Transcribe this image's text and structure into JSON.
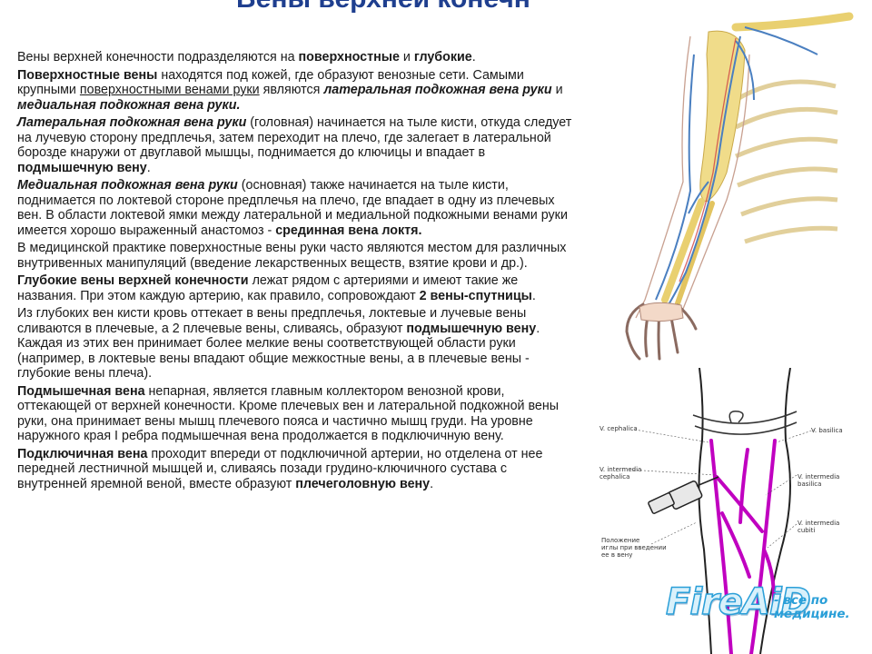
{
  "title": "Вены верхней конечн",
  "paragraphs": [
    [
      {
        "t": "Вены верхней конечности подразделяются на "
      },
      {
        "t": "поверхностные",
        "s": "b"
      },
      {
        "t": " и "
      },
      {
        "t": "глубокие",
        "s": "b"
      },
      {
        "t": "."
      }
    ],
    [
      {
        "t": "Поверхностные вены",
        "s": "b"
      },
      {
        "t": " находятся под кожей, где образуют венозные сети. Самыми крупными "
      },
      {
        "t": "поверхностными венами руки",
        "s": "u"
      },
      {
        "t": " являются "
      },
      {
        "t": "латеральная подкожная вена руки",
        "s": "bi"
      },
      {
        "t": " и "
      },
      {
        "t": "медиальная подкожная вена руки.",
        "s": "bi"
      }
    ],
    [
      {
        "t": "Латеральная подкожная вена руки",
        "s": "bi"
      },
      {
        "t": " (головная) начинается на тыле кисти, откуда следует на лучевую сторону предплечья, затем переходит на плечо, где залегает в латеральной борозде кнаружи от двуглавой мышцы, поднимается до ключицы и впадает в "
      },
      {
        "t": "подмышечную вену",
        "s": "b"
      },
      {
        "t": "."
      }
    ],
    [
      {
        "t": "Медиальная подкожная вена руки",
        "s": "bi"
      },
      {
        "t": " (основная) также начинается на тыле кисти, поднимается по локтевой стороне предплечья на плечо, где впадает в одну из плечевых вен. В области локтевой ямки между латеральной и медиальной подкожными венами руки имеется хорошо выраженный анастомоз - "
      },
      {
        "t": "срединная вена локтя.",
        "s": "b"
      }
    ],
    [
      {
        "t": "В медицинской практике поверхностные вены руки часто являются местом для различных внутривенных манипуляций (введение лекарственных веществ, взятие крови и др.)."
      }
    ],
    [
      {
        "t": "Глубокие вены верхней конечности",
        "s": "b"
      },
      {
        "t": " лежат рядом с артериями и имеют такие же названия. При этом каждую артерию, как правило, сопровождают "
      },
      {
        "t": "2 вены-спутницы",
        "s": "b"
      },
      {
        "t": "."
      }
    ],
    [
      {
        "t": "Из глубоких вен кисти кровь оттекает в вены предплечья, локтевые и лучевые вены сливаются в плечевые, а 2 плечевые вены, сливаясь, образуют "
      },
      {
        "t": "подмышечную вену",
        "s": "b"
      },
      {
        "t": ". Каждая из этих вен принимает более мелкие вены соответствующей области руки (например, в локтевые вены впадают общие межкостные вены, а в плечевые вены - глубокие вены плеча)."
      }
    ],
    [
      {
        "t": "Подмышечная вена",
        "s": "b"
      },
      {
        "t": " непарная, является главным коллектором венозной крови, оттекающей от верхней конечности. Кроме плечевых вен и латеральной подкожной вены руки, она принимает вены мышц плечевого пояса и частично мышц груди. На уровне наружного края I ребра подмышечная вена продолжается в подключичную вену."
      }
    ],
    [
      {
        "t": "Подключичная вена",
        "s": "b"
      },
      {
        "t": " проходит впереди от подключичной артерии, но отделена от нее передней лестничной мышцей и, сливаясь позади грудино-ключичного сустава с внутренней яремной веной, вместе образуют "
      },
      {
        "t": "плечеголовную вену",
        "s": "b"
      },
      {
        "t": "."
      }
    ]
  ],
  "cubital_labels": {
    "cephalica": "V. cephalica",
    "basilica": "V. basilica",
    "intermedia_cephalica": "V. intermedia\ncephalica",
    "intermedia_basilica": "V. intermedia\nbasilica",
    "intermedia_cubiti": "V. intermedia\ncubiti",
    "injection_note": "Положение\nиглы при введении\nее в вену"
  },
  "logo": {
    "text": "FireAiD",
    "tagline": "- все по\nмедицине."
  },
  "colors": {
    "title": "#1f3f8f",
    "logo_blue": "#2a9fd8",
    "vein_purple": "#c000c0",
    "bone_yellow": "#e9d070",
    "vein_blue": "#4a7fc0"
  }
}
